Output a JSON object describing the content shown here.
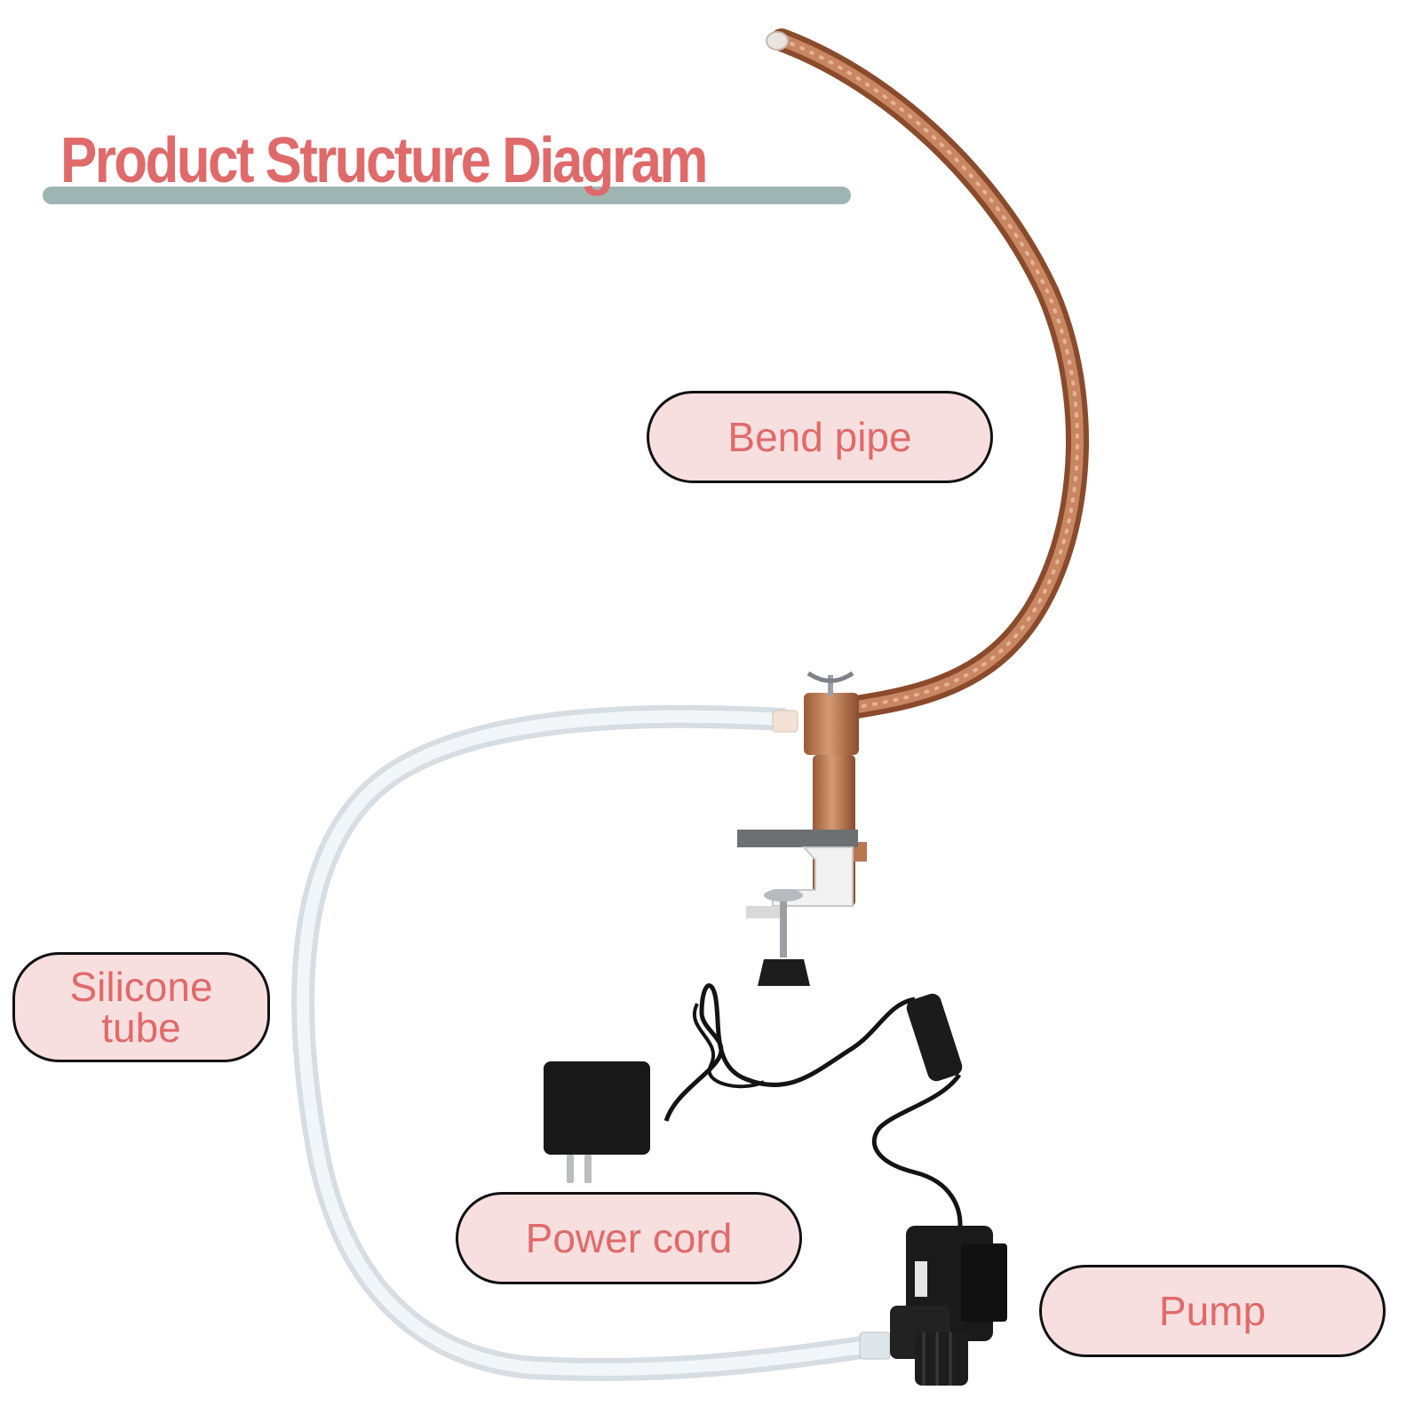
{
  "title": "Product Structure Diagram",
  "labels": {
    "bend_pipe": "Bend pipe",
    "silicone_tube_line1": "Silicone",
    "silicone_tube_line2": "tube",
    "power_cord": "Power cord",
    "pump": "Pump"
  },
  "colors": {
    "title": "#e06a6a",
    "title_bar": "#9fb5b3",
    "label_fill": "#f8dfdf",
    "label_text": "#e06a6a",
    "copper": "#b26a44",
    "tube": "#e9eef2"
  }
}
